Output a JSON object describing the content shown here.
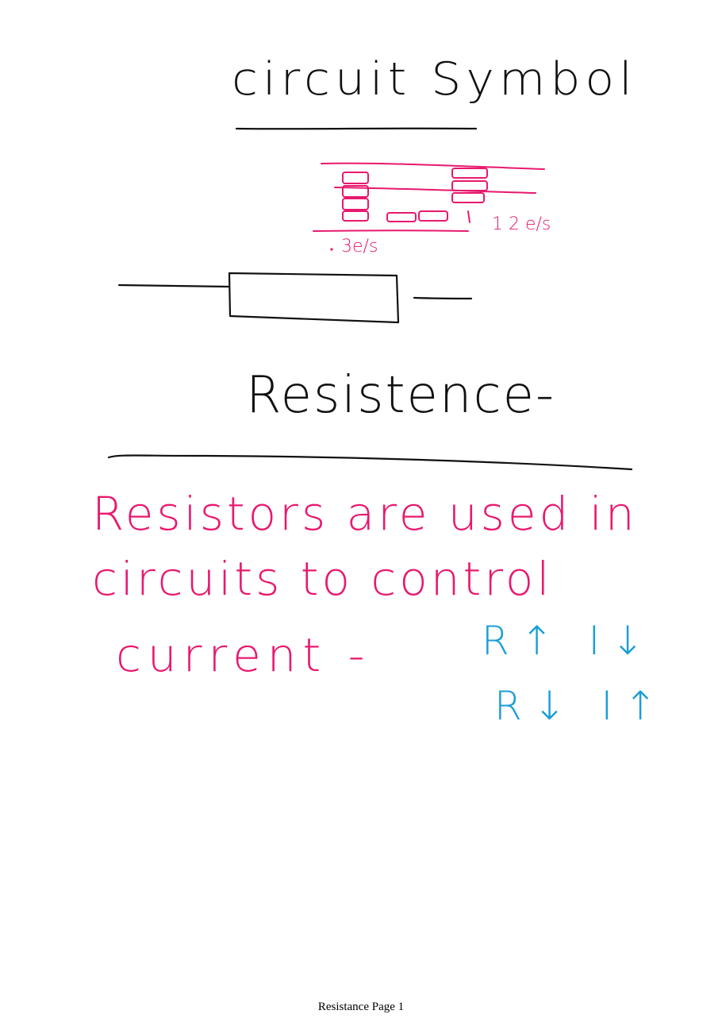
{
  "colors": {
    "ink_black": "#111111",
    "ink_pink": "#e8196e",
    "ink_blue": "#1a9ed6"
  },
  "headings": {
    "circuit_symbol": "circuit Symbol",
    "resistance": "Resistence-"
  },
  "symbol_annotations": {
    "left_label": "3e/s",
    "right_label": "1 2 e/s"
  },
  "body_notes": {
    "line_1": "Resistors are used in",
    "line_2": "circuits to control",
    "line_3": "current -"
  },
  "relationships": {
    "line_1": "R↑ I↓",
    "line_2": "R↓ I↑"
  },
  "footer": {
    "page_label": "Resistance Page 1"
  }
}
